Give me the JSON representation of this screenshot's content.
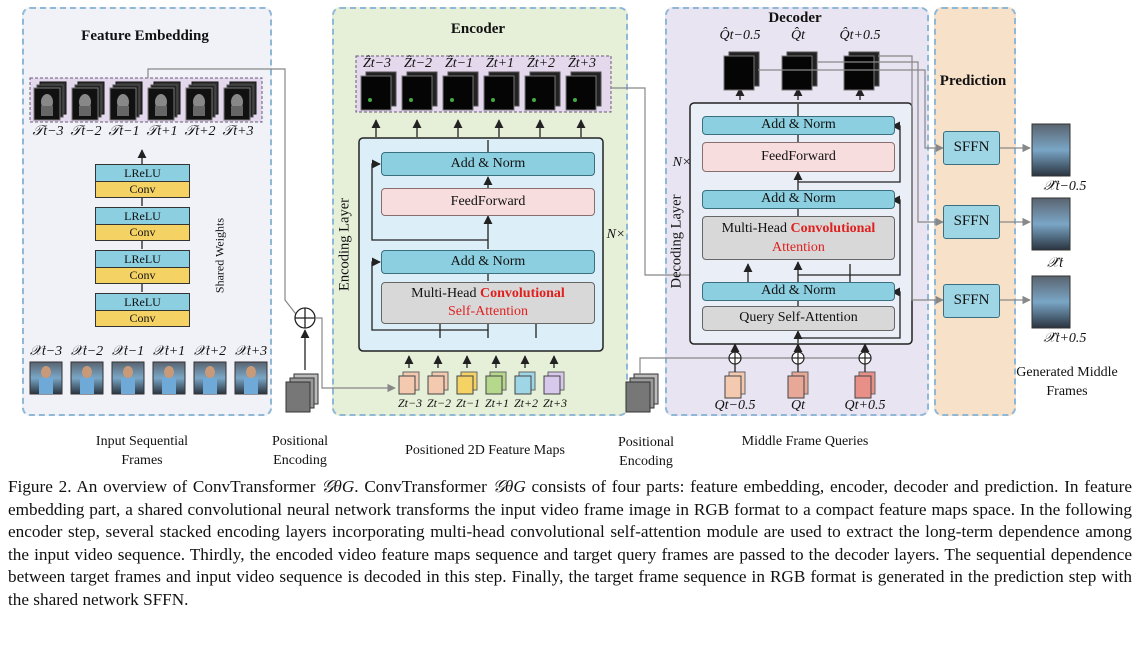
{
  "sections": {
    "feature_embedding": "Feature Embedding",
    "encoder": "Encoder",
    "decoder": "Decoder",
    "prediction": "Prediction"
  },
  "embedding": {
    "block_top": "LReLU",
    "block_bottom": "Conv",
    "shared_weights": "Shared Weights",
    "feature_labels": [
      "𝒯t−3",
      "𝒯t−2",
      "𝒯t−1",
      "𝒯t+1",
      "𝒯t+2",
      "𝒯t+3"
    ],
    "input_labels": [
      "𝒳t−3",
      "𝒳t−2",
      "𝒳t−1",
      "𝒳t+1",
      "𝒳t+2",
      "𝒳t+3"
    ]
  },
  "encoder": {
    "layer_label": "Encoding Layer",
    "add_norm": "Add & Norm",
    "feedforward": "FeedForward",
    "attn_prefix": "Multi-Head ",
    "attn_bold": "Convolutional",
    "attn_suffix": "Self-Attention",
    "repeat": "N×",
    "output_labels": [
      "Ẑt−3",
      "Ẑt−2",
      "Ẑt−1",
      "Ẑt+1",
      "Ẑt+2",
      "Ẑt+3"
    ],
    "input_labels": [
      "Zt−3",
      "Zt−2",
      "Zt−1",
      "Zt+1",
      "Zt+2",
      "Zt+3"
    ]
  },
  "decoder": {
    "layer_label": "Decoding Layer",
    "add_norm": "Add & Norm",
    "feedforward": "FeedForward",
    "attn_prefix": "Multi-Head ",
    "attn_bold": "Convolutional",
    "attn_suffix": "Attention",
    "query_attn": "Query Self-Attention",
    "repeat": "N×",
    "output_labels": [
      "Q̂t−0.5",
      "Q̂t",
      "Q̂t+0.5"
    ],
    "query_labels": [
      "Qt−0.5",
      "Qt",
      "Qt+0.5"
    ]
  },
  "prediction": {
    "block": "SFFN",
    "output_labels": [
      "𝒳̂t−0.5",
      "𝒳̂t",
      "𝒳̂t+0.5"
    ]
  },
  "bottom_labels": {
    "input": "Input Sequential Frames",
    "pos1": "Positional Encoding",
    "feature_maps": "Positioned 2D Feature Maps",
    "pos2": "Positional Encoding",
    "queries": "Middle Frame Queries",
    "generated": "Generated Middle Frames"
  },
  "caption": {
    "fig": "Figure 2. An overview of ConvTransformer ",
    "symbol": "𝒢θG",
    "p1": ". ConvTransformer ",
    "p2": " consists of four parts: feature embedding, encoder, decoder and prediction. In feature embedding part, a shared convolutional neural network transforms the input video frame image in RGB format to a compact feature maps space. In the following encoder step, several stacked encoding layers incorporating multi-head convolutional self-attention module are used to extract the long-term dependence among the input video sequence. Thirdly, the encoded video feature maps sequence and target query frames are passed to the decoder layers. The sequential dependence between target frames and input video sequence is decoded in this step. Finally, the target frame sequence in RGB format is generated in the prediction step with the shared network SFFN."
  },
  "colors": {
    "embed_bg": "#f1f2f8",
    "encoder_bg": "#e6efd8",
    "decoder_bg": "#e9e4f1",
    "prediction_bg": "#f7e1c9",
    "teal": "#8ccfe0",
    "pink": "#f7dddd",
    "red_text": "#e0201f"
  }
}
